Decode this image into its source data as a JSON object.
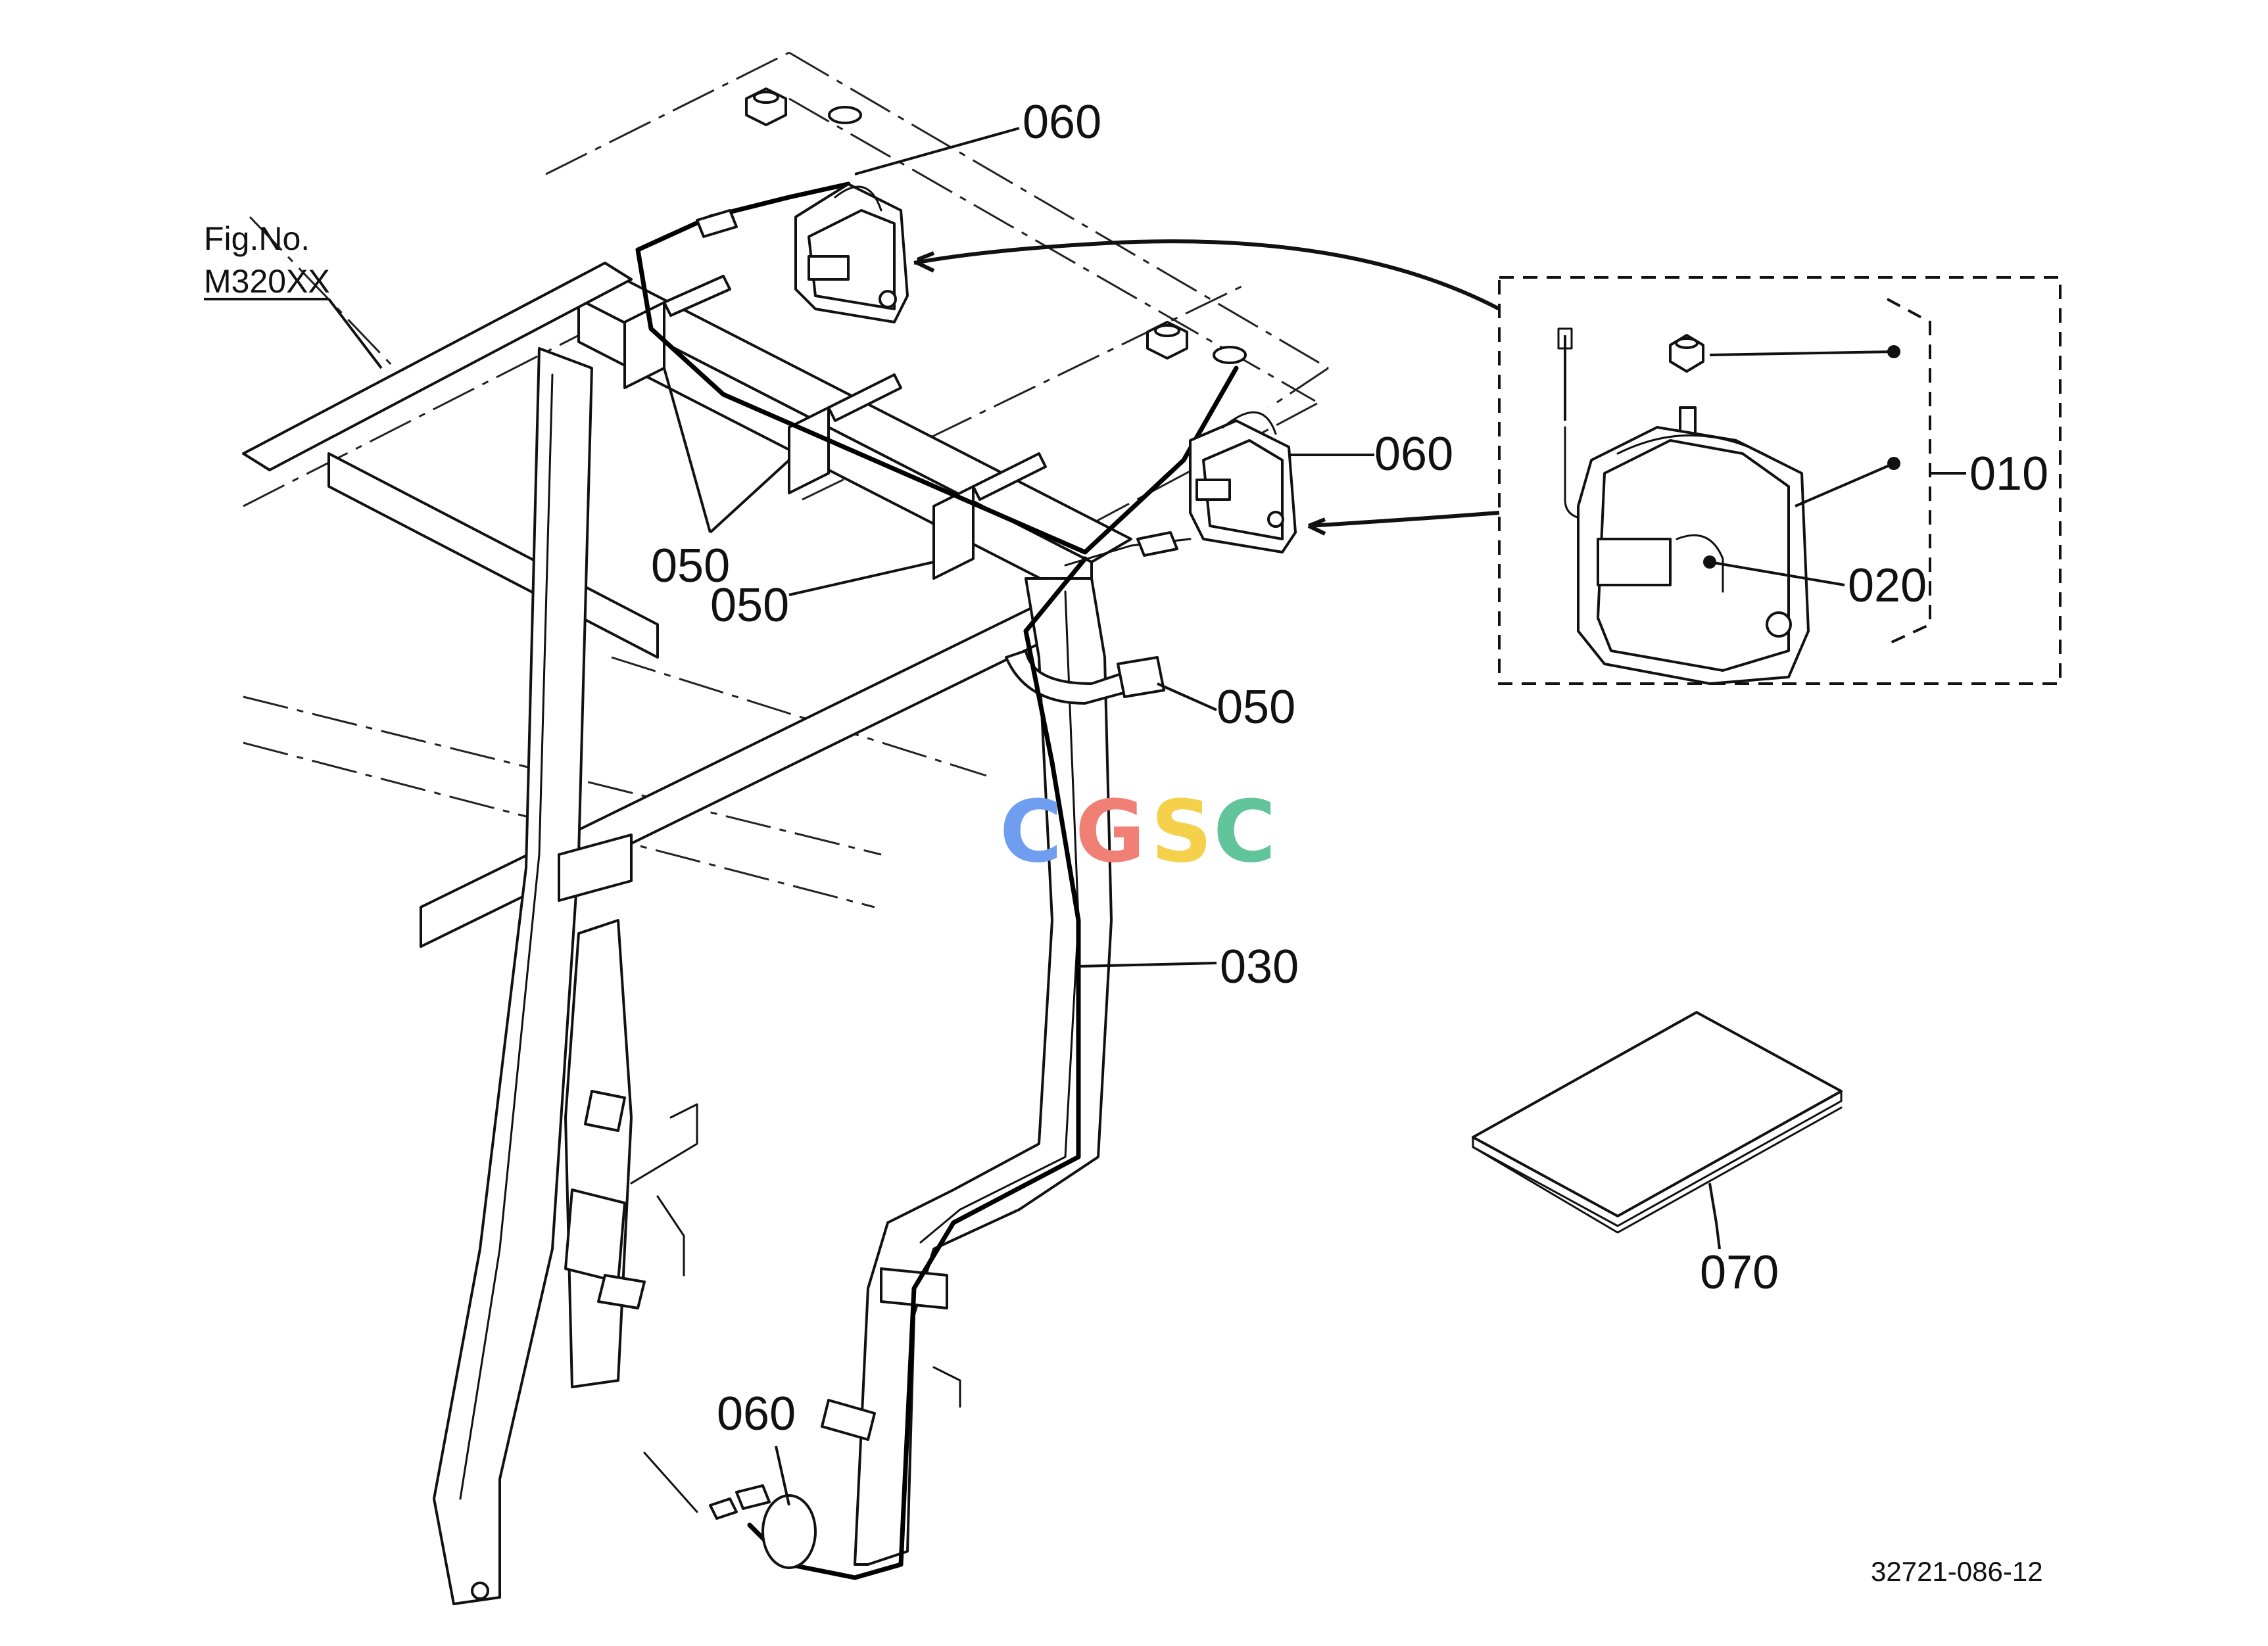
{
  "figure": {
    "fig_label": "Fig.No.",
    "fig_number": "M320XX",
    "doc_number": "32721-086-12"
  },
  "callouts": {
    "c010": "010",
    "c020": "020",
    "c030": "030",
    "c050a": "050",
    "c050b": "050",
    "c050c": "050",
    "c060a": "060",
    "c060b": "060",
    "c060c": "060",
    "c070": "070"
  },
  "watermark": {
    "letters": [
      "C",
      "G",
      "S",
      "C"
    ],
    "colors": [
      "#6f9ef0",
      "#f07f76",
      "#f5d04a",
      "#62c49a"
    ]
  }
}
